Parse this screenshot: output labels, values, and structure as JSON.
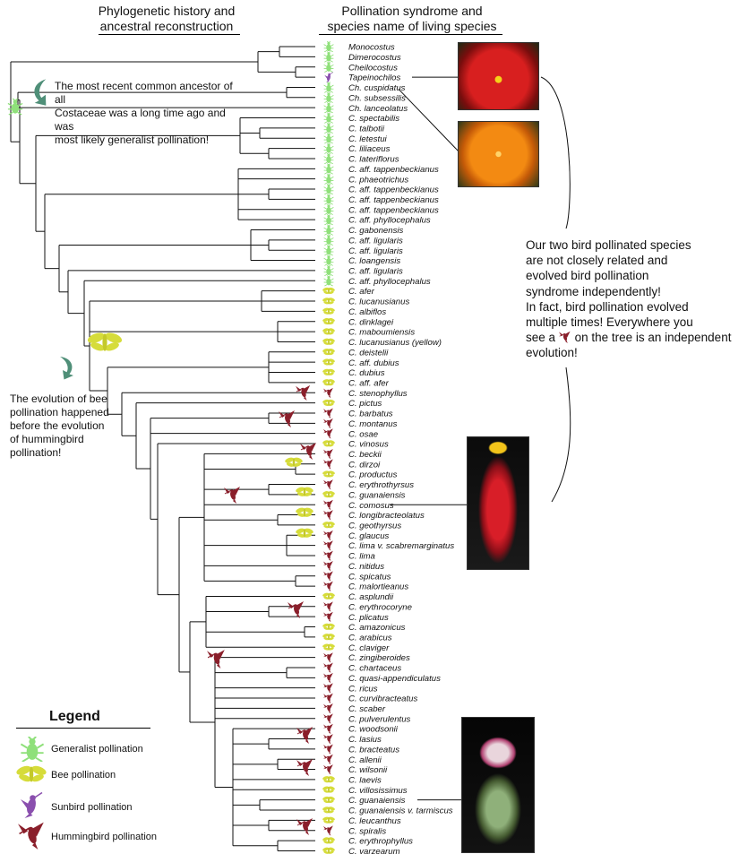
{
  "headers": {
    "left": [
      "Phylogenetic history and",
      "ancestral reconstruction"
    ],
    "right": [
      "Pollination syndrome and",
      "species name of living species"
    ]
  },
  "notes": {
    "ancestor": [
      "The most recent common ancestor of all",
      "Costaceae was a long time ago and was",
      "most likely generalist pollination!"
    ],
    "bee": [
      "The evolution of bee",
      "pollination happened",
      "before the evolution",
      "of hummingbird",
      "pollination!"
    ],
    "bird": [
      "Our two bird pollinated species",
      "are not closely related and",
      "evolved bird pollination",
      "syndrome independently!",
      "In fact, bird pollination evolved",
      "multiple times!  Everywhere you",
      "see a",
      "on the tree is an independent",
      "evolution!"
    ]
  },
  "legend": {
    "title": "Legend",
    "items": [
      {
        "label": "Generalist pollination",
        "icon": "generalist-icon",
        "color": "#8fe07a"
      },
      {
        "label": "Bee pollination",
        "icon": "bee-icon",
        "color": "#d6dc3a"
      },
      {
        "label": "Sunbird pollination",
        "icon": "sunbird-icon",
        "color": "#8a4fae"
      },
      {
        "label": "Hummingbird pollination",
        "icon": "hummingbird-icon",
        "color": "#8a1f2b"
      }
    ]
  },
  "colors": {
    "generalist": "#8fe07a",
    "bee": "#d6dc3a",
    "sunbird": "#8a4fae",
    "hummingbird": "#8a1f2b"
  },
  "species": [
    {
      "name": "Monocostus",
      "s": "g"
    },
    {
      "name": "Dimerocostus",
      "s": "g"
    },
    {
      "name": "Cheilocostus",
      "s": "g"
    },
    {
      "name": "Tapeinochilos",
      "s": "s"
    },
    {
      "name": "Ch. cuspidatus",
      "s": "g"
    },
    {
      "name": "Ch. subsessilis",
      "s": "g"
    },
    {
      "name": "Ch. lanceolatus",
      "s": "g"
    },
    {
      "name": "C. spectabilis",
      "s": "g"
    },
    {
      "name": "C. talbotii",
      "s": "g"
    },
    {
      "name": "C. letestui",
      "s": "g"
    },
    {
      "name": "C. liliaceus",
      "s": "g"
    },
    {
      "name": "C. lateriflorus",
      "s": "g"
    },
    {
      "name": "C. aff. tappenbeckianus",
      "s": "g"
    },
    {
      "name": "C. phaeotrichus",
      "s": "g"
    },
    {
      "name": "C. aff. tappenbeckianus",
      "s": "g"
    },
    {
      "name": "C. aff. tappenbeckianus",
      "s": "g"
    },
    {
      "name": "C. aff. tappenbeckianus",
      "s": "g"
    },
    {
      "name": "C. aff. phyllocephalus",
      "s": "g"
    },
    {
      "name": "C. gabonensis",
      "s": "g"
    },
    {
      "name": "C. aff. ligularis",
      "s": "g"
    },
    {
      "name": "C. aff. ligularis",
      "s": "g"
    },
    {
      "name": "C. loangensis",
      "s": "g"
    },
    {
      "name": "C. aff. ligularis",
      "s": "g"
    },
    {
      "name": "C. aff. phyllocephalus",
      "s": "g"
    },
    {
      "name": "C. afer",
      "s": "b"
    },
    {
      "name": "C. lucanusianus",
      "s": "b"
    },
    {
      "name": "C. albiflos",
      "s": "b"
    },
    {
      "name": "C. dinklagei",
      "s": "b"
    },
    {
      "name": "C. maboumiensis",
      "s": "b"
    },
    {
      "name": "C. lucanusianus (yellow)",
      "s": "b"
    },
    {
      "name": "C. deistelii",
      "s": "b"
    },
    {
      "name": "C. aff. dubius",
      "s": "b"
    },
    {
      "name": "C. dubius",
      "s": "b"
    },
    {
      "name": "C. aff. afer",
      "s": "b"
    },
    {
      "name": "C. stenophyllus",
      "s": "h"
    },
    {
      "name": "C. pictus",
      "s": "b"
    },
    {
      "name": "C. barbatus",
      "s": "h"
    },
    {
      "name": "C. montanus",
      "s": "h"
    },
    {
      "name": "C. osae",
      "s": "h"
    },
    {
      "name": "C. vinosus",
      "s": "b"
    },
    {
      "name": "C. beckii",
      "s": "h"
    },
    {
      "name": "C. dirzoi",
      "s": "h"
    },
    {
      "name": "C. productus",
      "s": "b"
    },
    {
      "name": "C. erythrothyrsus",
      "s": "h"
    },
    {
      "name": "C. guanaiensis",
      "s": "b"
    },
    {
      "name": "C. comosus",
      "s": "h"
    },
    {
      "name": "C. longibracteolatus",
      "s": "h"
    },
    {
      "name": "C. geothyrsus",
      "s": "b"
    },
    {
      "name": "C. glaucus",
      "s": "h"
    },
    {
      "name": "C. lima v. scabremarginatus",
      "s": "h"
    },
    {
      "name": "C. lima",
      "s": "h"
    },
    {
      "name": "C. nitidus",
      "s": "h"
    },
    {
      "name": "C. spicatus",
      "s": "h"
    },
    {
      "name": "C. malortieanus",
      "s": "h"
    },
    {
      "name": "C. asplundii",
      "s": "b"
    },
    {
      "name": "C. erythrocoryne",
      "s": "h"
    },
    {
      "name": "C. plicatus",
      "s": "h"
    },
    {
      "name": "C. amazonicus",
      "s": "b"
    },
    {
      "name": "C. arabicus",
      "s": "b"
    },
    {
      "name": "C. claviger",
      "s": "b"
    },
    {
      "name": "C. zingiberoides",
      "s": "h"
    },
    {
      "name": "C. chartaceus",
      "s": "h"
    },
    {
      "name": "C. quasi-appendiculatus",
      "s": "h"
    },
    {
      "name": "C. ricus",
      "s": "h"
    },
    {
      "name": "C. curvibracteatus",
      "s": "h"
    },
    {
      "name": "C. scaber",
      "s": "h"
    },
    {
      "name": "C. pulverulentus",
      "s": "h"
    },
    {
      "name": "C. woodsonii",
      "s": "h"
    },
    {
      "name": "C. lasius",
      "s": "h"
    },
    {
      "name": "C. bracteatus",
      "s": "h"
    },
    {
      "name": "C. allenii",
      "s": "h"
    },
    {
      "name": "C. wilsonii",
      "s": "h"
    },
    {
      "name": "C. laevis",
      "s": "b"
    },
    {
      "name": "C. villosissimus",
      "s": "b"
    },
    {
      "name": "C. guanaiensis",
      "s": "b"
    },
    {
      "name": "C. guanaiensis v. tarmiscus",
      "s": "b"
    },
    {
      "name": "C. leucanthus",
      "s": "b"
    },
    {
      "name": "C. spiralis",
      "s": "h"
    },
    {
      "name": "C. erythrophyllus",
      "s": "b"
    },
    {
      "name": "C. varzearum",
      "s": "b"
    }
  ],
  "transitions": [
    {
      "state": "generalist",
      "at_tip": "Ch. lanceolatus",
      "icon": "generalist-icon"
    },
    {
      "state": "bee",
      "at_tip": "C. afer",
      "icon": "bee-icon"
    },
    {
      "state": "hummingbird",
      "at_tip": "C. stenophyllus",
      "icon": "hummingbird-icon"
    },
    {
      "state": "hummingbird",
      "at_tip": "C. montanus",
      "icon": "hummingbird-icon"
    },
    {
      "state": "hummingbird",
      "at_tip": "C. beckii",
      "icon": "hummingbird-icon"
    },
    {
      "state": "bee",
      "at_tip": "C. productus",
      "icon": "bee-icon"
    },
    {
      "state": "bee",
      "at_tip": "C. guanaiensis",
      "icon": "bee-icon"
    },
    {
      "state": "hummingbird",
      "at_tip": "C. comosus",
      "icon": "hummingbird-icon"
    },
    {
      "state": "bee",
      "at_tip": "C. longibracteolatus",
      "icon": "bee-icon"
    },
    {
      "state": "bee",
      "at_tip": "C. glaucus",
      "icon": "bee-icon"
    },
    {
      "state": "hummingbird",
      "at_tip": "C. erythrocoryne",
      "icon": "hummingbird-icon"
    },
    {
      "state": "hummingbird",
      "at_tip": "C. chartaceus",
      "icon": "hummingbird-icon"
    },
    {
      "state": "hummingbird",
      "at_tip": "C. lasius",
      "icon": "hummingbird-icon"
    },
    {
      "state": "hummingbird",
      "at_tip": "C. wilsonii",
      "icon": "hummingbird-icon"
    },
    {
      "state": "hummingbird",
      "at_tip": "C. spiralis",
      "icon": "hummingbird-icon"
    }
  ],
  "photos": [
    {
      "name": "tapeinochilos-photo",
      "points_to": "Tapeinochilos"
    },
    {
      "name": "ch-cuspidatus-photo",
      "points_to": "Ch. cuspidatus"
    },
    {
      "name": "c-comosus-photo",
      "points_to": "C. comosus"
    },
    {
      "name": "c-guanaiensis-photo",
      "points_to": "C. guanaiensis"
    }
  ]
}
